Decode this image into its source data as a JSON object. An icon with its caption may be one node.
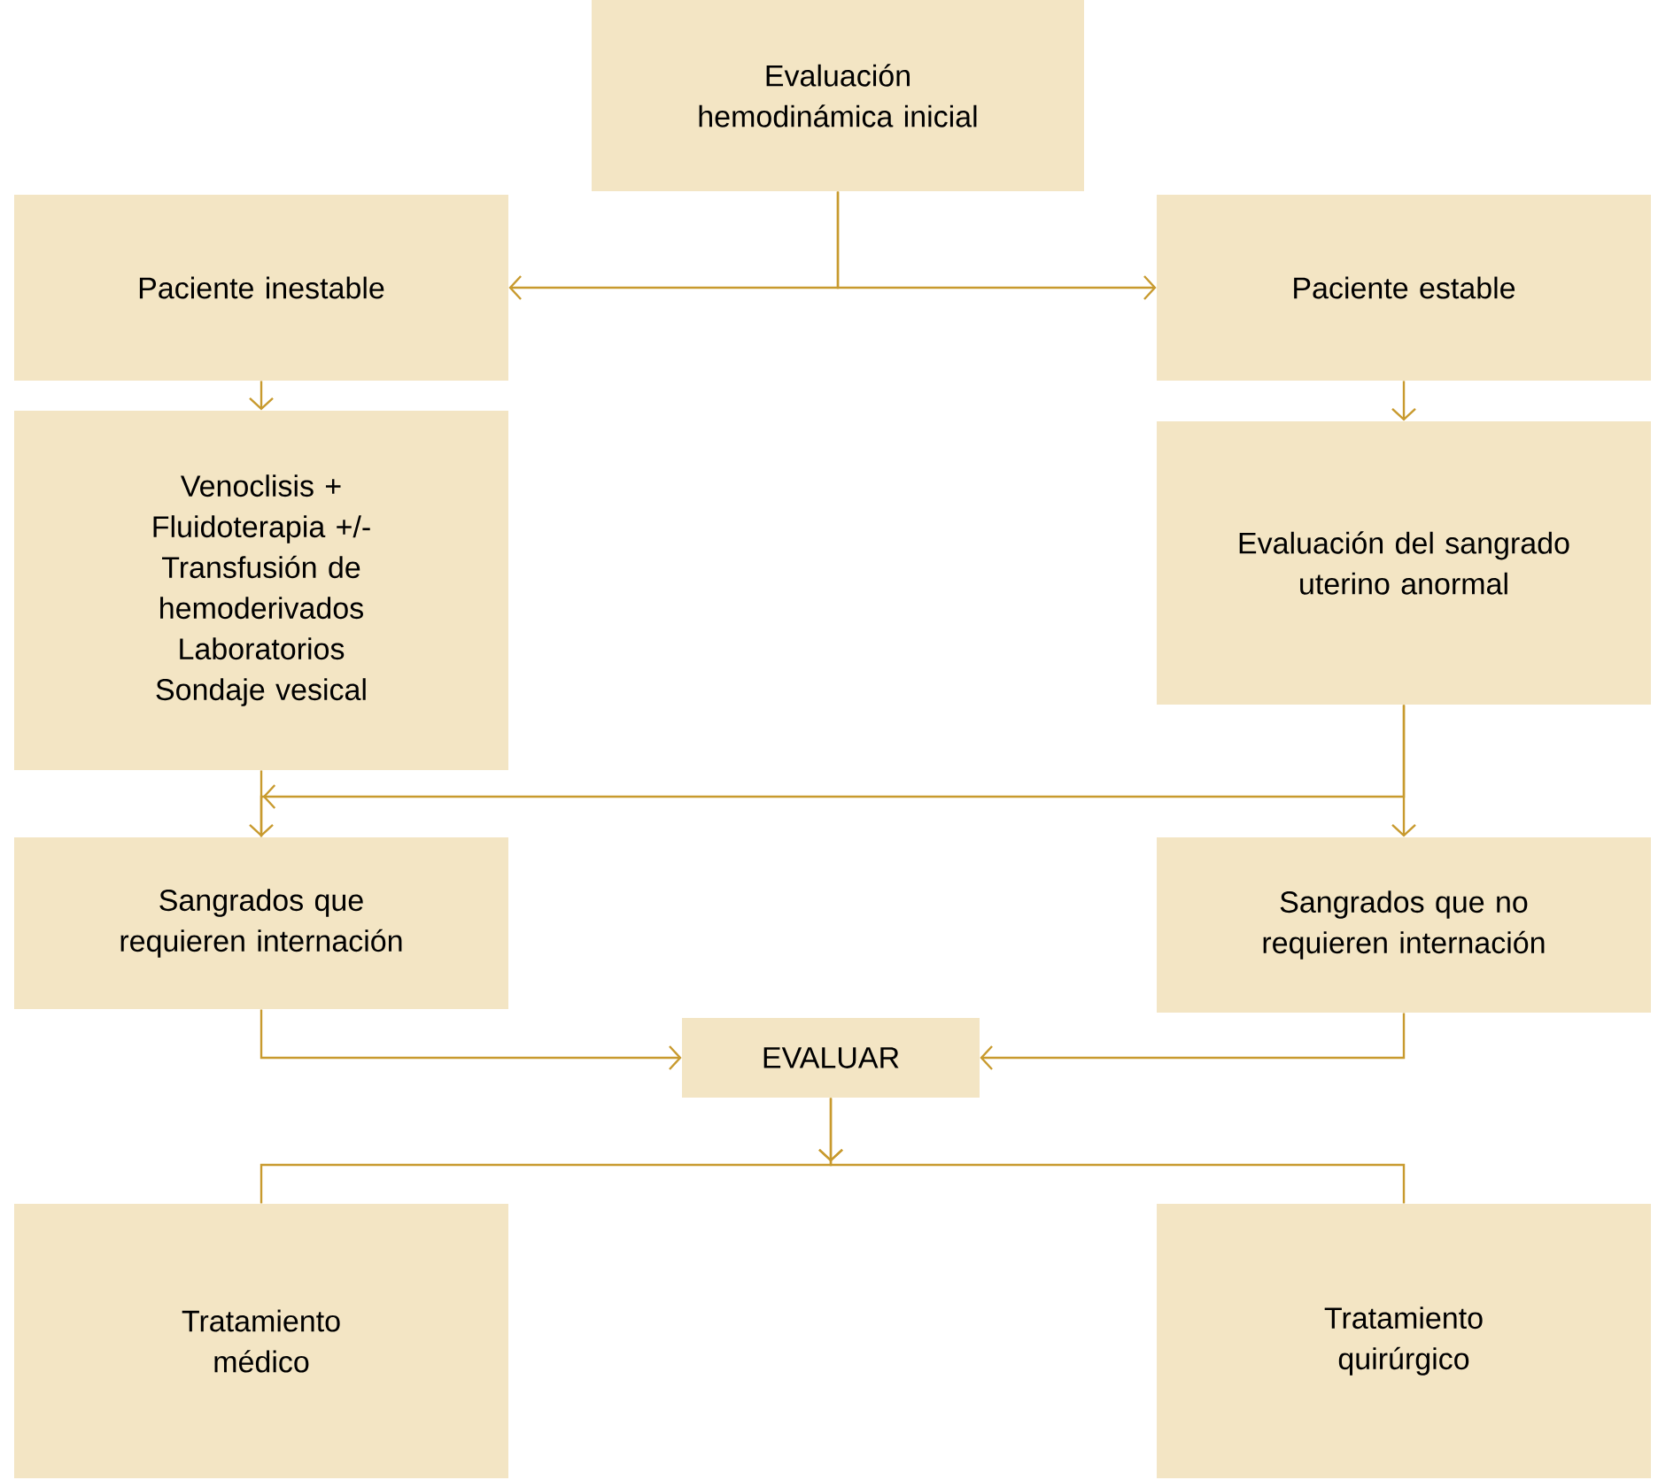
{
  "diagram": {
    "nodes": [
      {
        "text": [
          "Evaluación hemodinámica inicial"
        ]
      },
      {
        "text": [
          "Paciente inestable"
        ]
      },
      {
        "text": [
          "Paciente estable"
        ]
      },
      {
        "text": [
          "Venoclisis + Fluidoterapia +/- Transfusión de hemoderivados",
          "Laboratorios",
          "Sondaje vesical"
        ]
      },
      {
        "text": [
          "Evaluación del sangrado uterino anormal"
        ]
      },
      {
        "text": [
          "Sangrados que requieren internación"
        ]
      },
      {
        "text": [
          "Sangrados que no requieren internación"
        ]
      },
      {
        "text": [
          "EVALUAR"
        ]
      },
      {
        "text": [
          "Tratamiento médico"
        ]
      },
      {
        "text": [
          "Tratamiento quirúrgico"
        ]
      }
    ],
    "edges": [
      {
        "from": 0,
        "to": 1,
        "arrow": "to"
      },
      {
        "from": 0,
        "to": 2,
        "arrow": "to"
      },
      {
        "from": 1,
        "to": 3,
        "arrow": "to"
      },
      {
        "from": 2,
        "to": 4,
        "arrow": "to"
      },
      {
        "from": 3,
        "to": 5,
        "arrow": "to"
      },
      {
        "from": 4,
        "to": 5,
        "arrow": "to"
      },
      {
        "from": 4,
        "to": 6,
        "arrow": "to"
      },
      {
        "from": 5,
        "to": 7,
        "arrow": "to"
      },
      {
        "from": 6,
        "to": 7,
        "arrow": "to"
      },
      {
        "from": 7,
        "to": 8,
        "arrow": "to"
      },
      {
        "from": 7,
        "to": 9,
        "arrow": "to"
      }
    ]
  }
}
